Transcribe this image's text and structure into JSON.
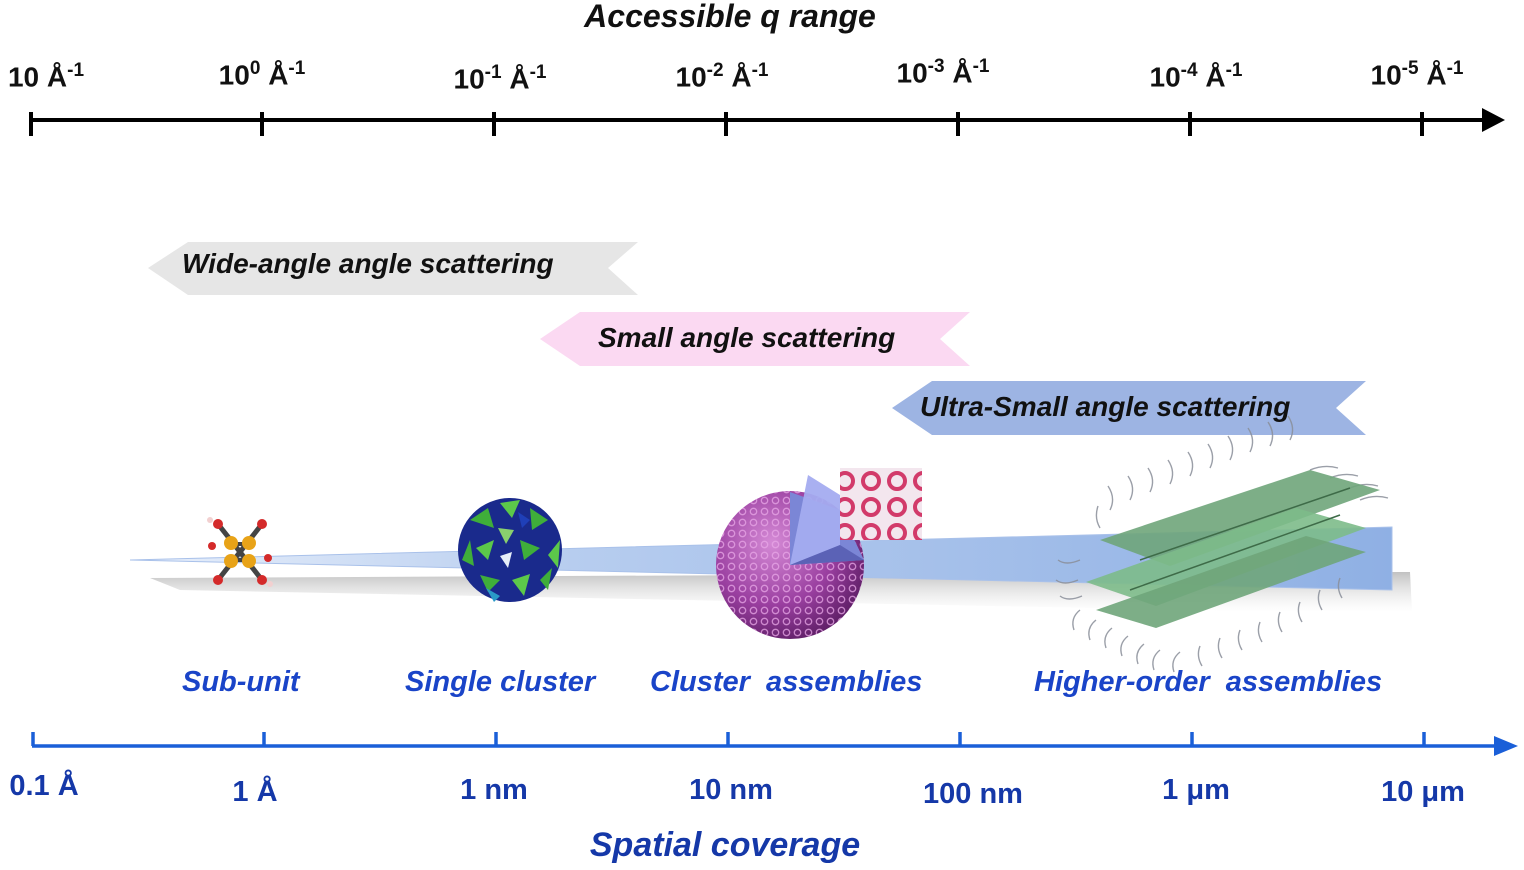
{
  "q_axis": {
    "title": "Accessible q range",
    "ticks": [
      {
        "base": "10",
        "exp": "",
        "unit": "Å",
        "unit_exp": "-1"
      },
      {
        "base": "10",
        "exp": "0",
        "unit": "Å",
        "unit_exp": "-1"
      },
      {
        "base": "10",
        "exp": "-1",
        "unit": "Å",
        "unit_exp": "-1"
      },
      {
        "base": "10",
        "exp": "-2",
        "unit": "Å",
        "unit_exp": "-1"
      },
      {
        "base": "10",
        "exp": "-3",
        "unit": "Å",
        "unit_exp": "-1"
      },
      {
        "base": "10",
        "exp": "-4",
        "unit": "Å",
        "unit_exp": "-1"
      },
      {
        "base": "10",
        "exp": "-5",
        "unit": "Å",
        "unit_exp": "-1"
      }
    ],
    "color": "#000000"
  },
  "techniques": [
    {
      "label": "Wide-angle angle scattering",
      "color": "#e6e6e6"
    },
    {
      "label": "Small angle scattering",
      "color": "#fbd9f2"
    },
    {
      "label": "Ultra-Small angle scattering",
      "color": "#9db4e3"
    }
  ],
  "structures": [
    {
      "label": "Sub-unit",
      "icon": "molecule-icon"
    },
    {
      "label": "Single cluster",
      "icon": "cluster-icon"
    },
    {
      "label": "Cluster  assemblies",
      "icon": "sphere-assembly-icon"
    },
    {
      "label": "Higher-order  assemblies",
      "icon": "sheet-assembly-icon"
    }
  ],
  "spatial_axis": {
    "title": "Spatial coverage",
    "ticks": [
      "0.1 Å",
      "1 Å",
      "1 nm",
      "10 nm",
      "100 nm",
      "1 μm",
      "10 μm"
    ],
    "color": "#1a5fd8"
  }
}
